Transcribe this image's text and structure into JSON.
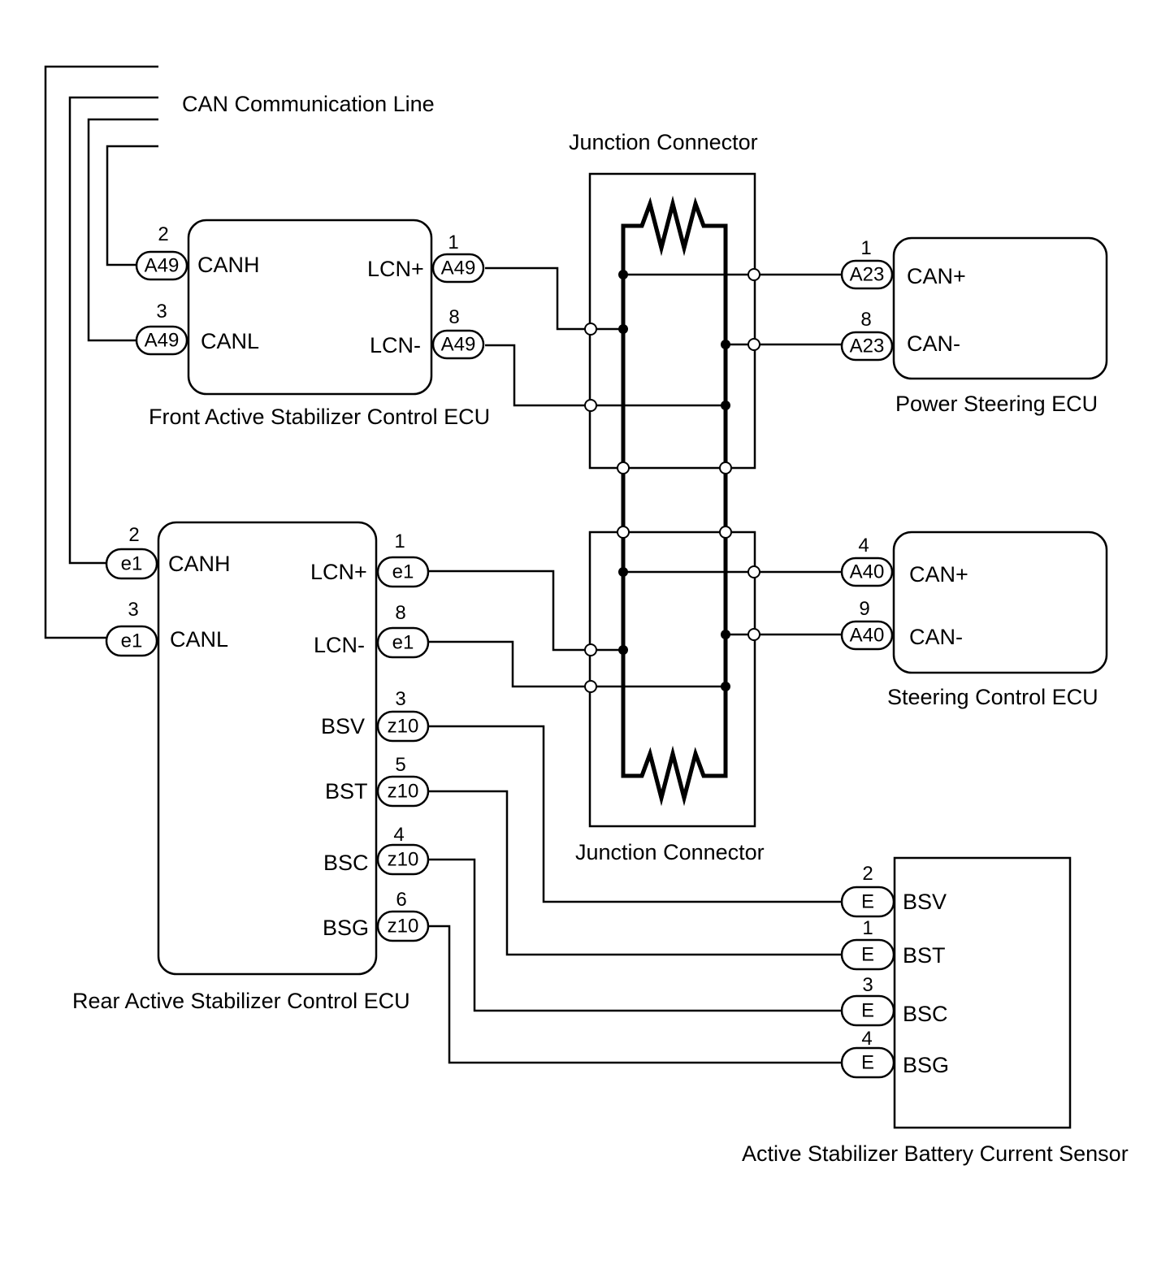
{
  "labels": {
    "can_line": "CAN Communication Line",
    "jc_top": "Junction Connector",
    "jc_bottom": "Junction Connector",
    "front_ecu": "Front Active Stabilizer Control ECU",
    "rear_ecu": "Rear Active Stabilizer Control ECU",
    "ps_ecu": "Power Steering ECU",
    "sc_ecu": "Steering Control ECU",
    "sensor": "Active Stabilizer Battery Current Sensor"
  },
  "front_ecu": {
    "canh": {
      "pin": "2",
      "conn": "A49",
      "signal": "CANH"
    },
    "canl": {
      "pin": "3",
      "conn": "A49",
      "signal": "CANL"
    },
    "lcnp": {
      "pin": "1",
      "conn": "A49",
      "signal": "LCN+"
    },
    "lcnm": {
      "pin": "8",
      "conn": "A49",
      "signal": "LCN-"
    }
  },
  "ps_ecu": {
    "canp": {
      "pin": "1",
      "conn": "A23",
      "signal": "CAN+"
    },
    "canm": {
      "pin": "8",
      "conn": "A23",
      "signal": "CAN-"
    }
  },
  "rear_ecu": {
    "canh": {
      "pin": "2",
      "conn": "e1",
      "signal": "CANH"
    },
    "canl": {
      "pin": "3",
      "conn": "e1",
      "signal": "CANL"
    },
    "lcnp": {
      "pin": "1",
      "conn": "e1",
      "signal": "LCN+"
    },
    "lcnm": {
      "pin": "8",
      "conn": "e1",
      "signal": "LCN-"
    },
    "bsv": {
      "pin": "3",
      "conn": "z10",
      "signal": "BSV"
    },
    "bst": {
      "pin": "5",
      "conn": "z10",
      "signal": "BST"
    },
    "bsc": {
      "pin": "4",
      "conn": "z10",
      "signal": "BSC"
    },
    "bsg": {
      "pin": "6",
      "conn": "z10",
      "signal": "BSG"
    }
  },
  "sc_ecu": {
    "canp": {
      "pin": "4",
      "conn": "A40",
      "signal": "CAN+"
    },
    "canm": {
      "pin": "9",
      "conn": "A40",
      "signal": "CAN-"
    }
  },
  "sensor": {
    "bsv": {
      "pin": "2",
      "conn": "E",
      "signal": "BSV"
    },
    "bst": {
      "pin": "1",
      "conn": "E",
      "signal": "BST"
    },
    "bsc": {
      "pin": "3",
      "conn": "E",
      "signal": "BSC"
    },
    "bsg": {
      "pin": "4",
      "conn": "E",
      "signal": "BSG"
    }
  }
}
